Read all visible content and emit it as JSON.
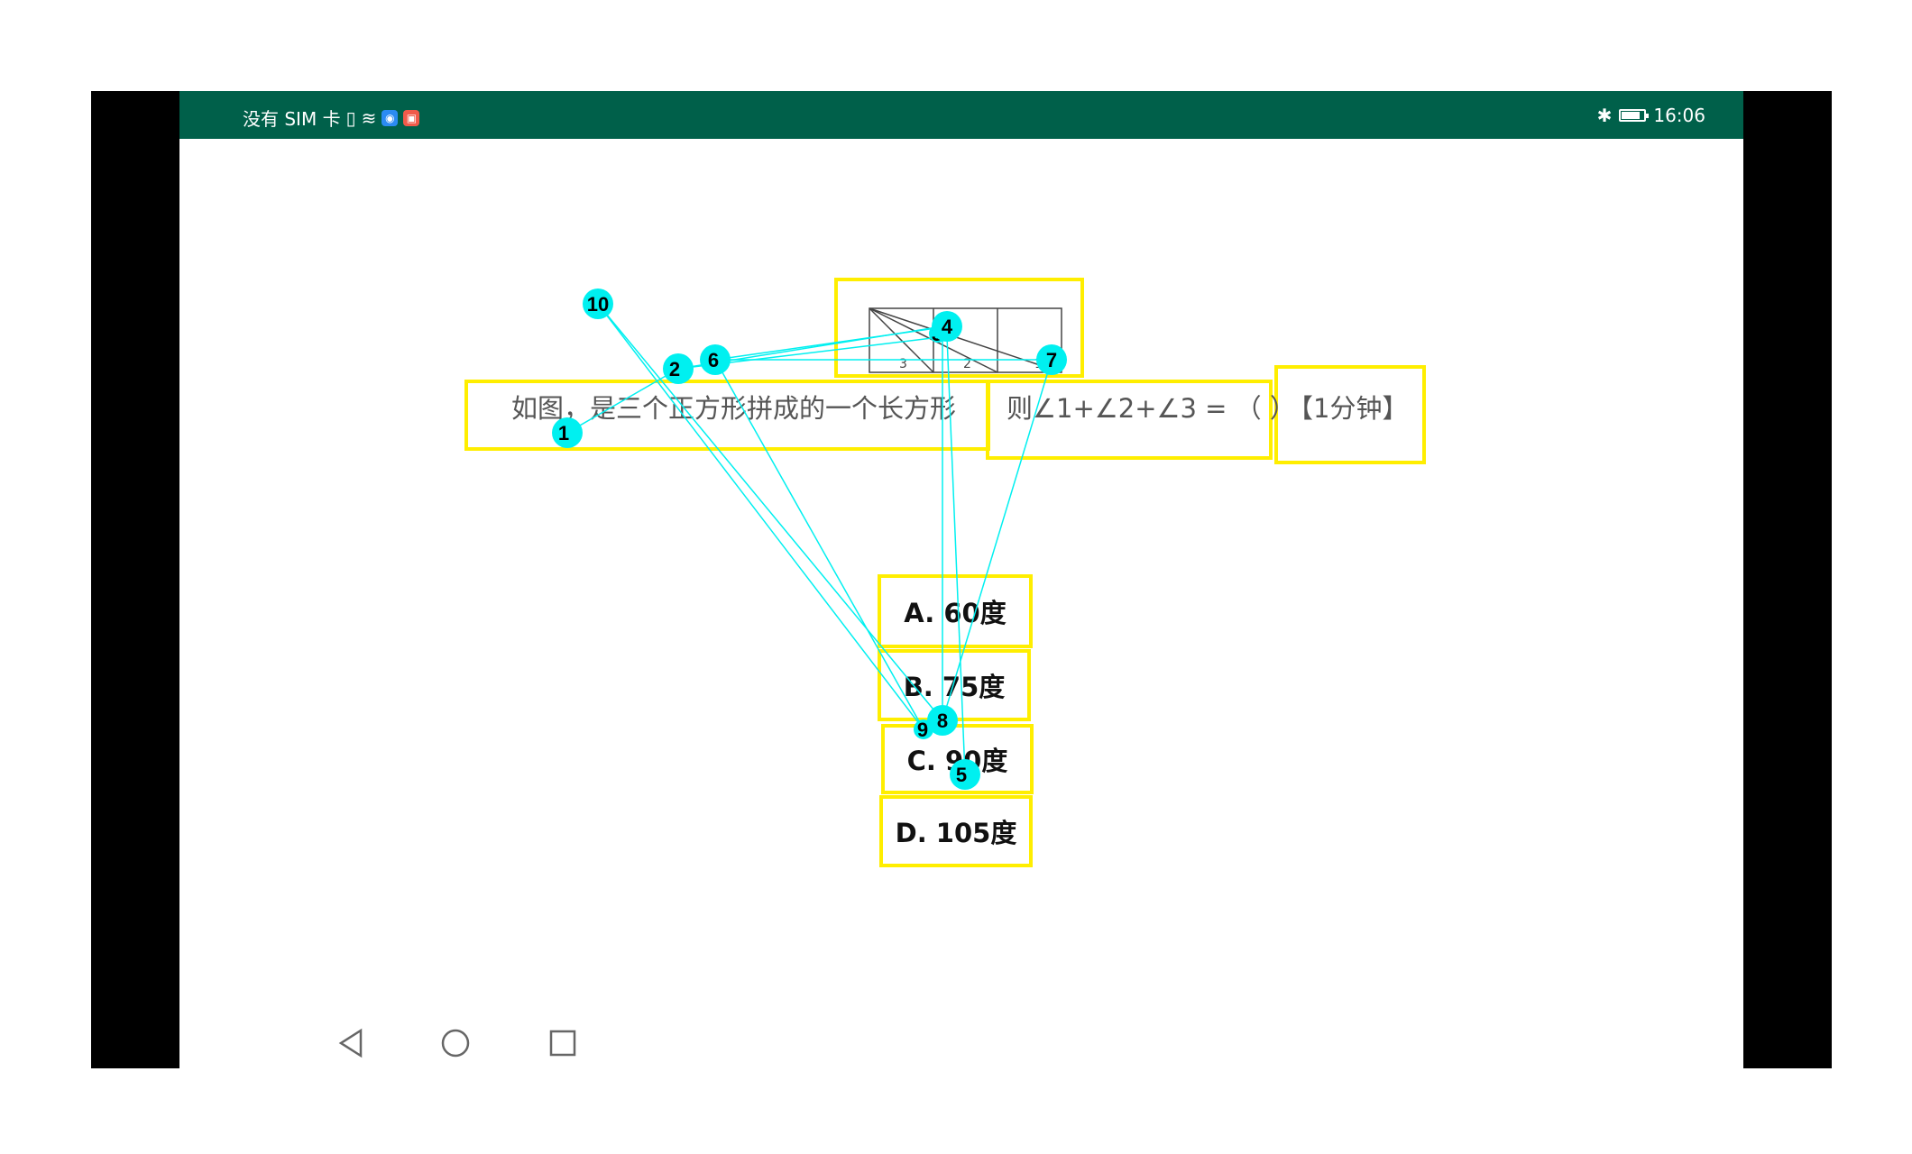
{
  "status_bar": {
    "carrier": "没有 SIM 卡",
    "time": "16:06",
    "battery_level": 0.85
  },
  "question": {
    "part1": "如图，是三个正方形拼成的一个长方形",
    "part2": "则∠1+∠2+∠3 = （ ）",
    "time_hint": "【1分钟】"
  },
  "figure": {
    "angle_labels": [
      "3",
      "2",
      "1"
    ]
  },
  "options": [
    {
      "label": "A. 60度"
    },
    {
      "label": "B. 75度"
    },
    {
      "label": "C. 90度"
    },
    {
      "label": "D. 105度"
    }
  ],
  "markers": [
    "1",
    "2",
    "3",
    "4",
    "5",
    "6",
    "7",
    "8",
    "9",
    "10"
  ],
  "colors": {
    "status_bar": "#00604a",
    "highlight_border": "#ffee00",
    "marker": "#00f0f0"
  },
  "nav": {
    "back": "back-icon",
    "home": "home-icon",
    "recents": "recents-icon"
  }
}
